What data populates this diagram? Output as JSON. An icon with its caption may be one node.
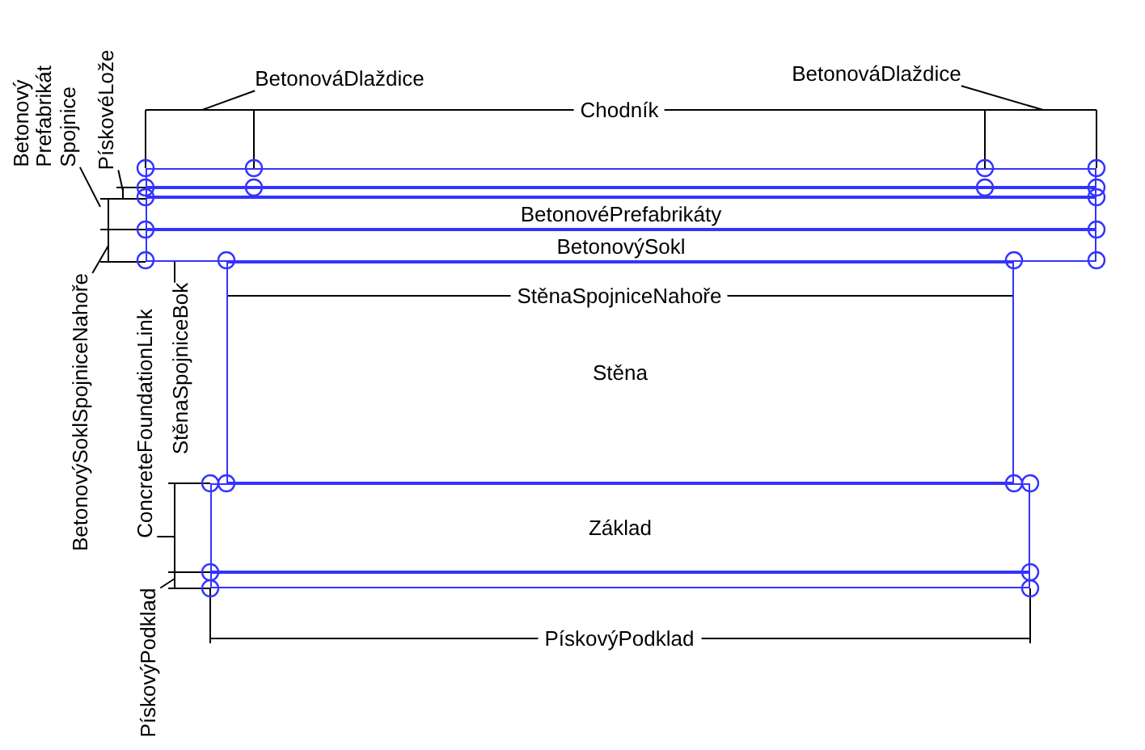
{
  "diagram": {
    "nodes": [
      {
        "text": [],
        "shape": "box"
      },
      {
        "text": [],
        "shape": "box"
      },
      {
        "text": [
          "BetonovéPrefabrikáty"
        ]
      },
      {
        "text": [
          "BetonovýSokl"
        ]
      },
      {
        "text": [
          "Stěna"
        ]
      },
      {
        "text": [
          "Základ"
        ]
      },
      {
        "text": [],
        "shape": "box"
      },
      {
        "text": [
          "BetonováDlaždice"
        ]
      },
      {
        "text": [
          "BetonováDlaždice"
        ]
      },
      {
        "text": [
          "Betonový Prefabrikát Spojnice"
        ]
      },
      {
        "text": [
          "PískovéLože"
        ]
      },
      {
        "text": [
          "BetonovýSoklSpojniceNahoře"
        ]
      },
      {
        "text": [
          "ConcreteFoundationLink"
        ]
      },
      {
        "text": [
          "StěnaSpojniceBok"
        ]
      },
      {
        "text": [
          "PískovýPodklad"
        ]
      }
    ],
    "edges": [
      {
        "from": 7,
        "to": null,
        "arrow": "none"
      },
      {
        "from": 8,
        "to": null,
        "arrow": "none"
      },
      {
        "from": 9,
        "to": null,
        "arrow": "none"
      },
      {
        "from": 10,
        "to": null,
        "arrow": "none"
      },
      {
        "from": 11,
        "to": null,
        "arrow": "none"
      },
      {
        "from": 12,
        "to": null,
        "arrow": "none"
      },
      {
        "from": 13,
        "to": 3,
        "arrow": "none"
      },
      {
        "from": 14,
        "to": null,
        "arrow": "none"
      }
    ],
    "labels": [
      "Chodník",
      "StěnaSpojniceNahoře",
      "PískovýPodklad"
    ]
  }
}
